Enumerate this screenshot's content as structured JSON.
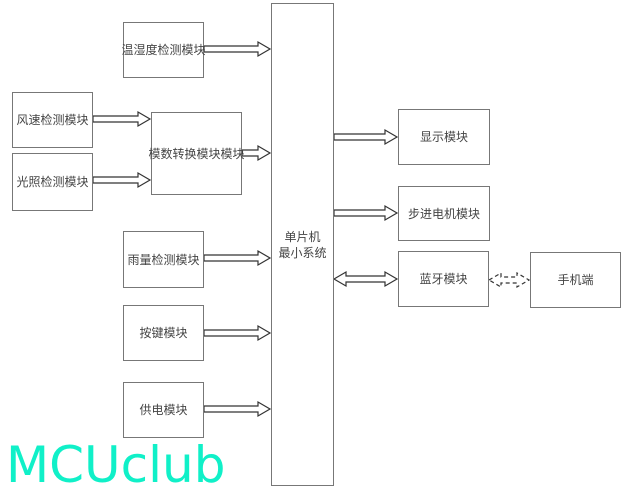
{
  "diagram": {
    "mcu": {
      "line1": "单片机",
      "line2": "最小系统"
    },
    "inputs": {
      "temp_humidity": "温湿度检测模块",
      "wind_speed": "风速检测模块",
      "light": "光照检测模块",
      "adc": "模数转换模块模块",
      "rain": "雨量检测模块",
      "keys": "按键模块",
      "power": "供电模块"
    },
    "outputs": {
      "display": "显示模块",
      "stepper": "步进电机模块",
      "bluetooth": "蓝牙模块",
      "phone": "手机端"
    },
    "watermark": "MCUclub"
  }
}
